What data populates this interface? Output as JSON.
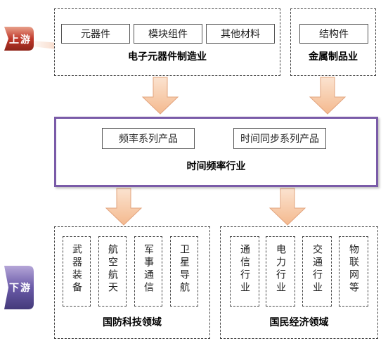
{
  "labels": {
    "upstream": "上游",
    "downstream": "下游"
  },
  "upstream_electronics": {
    "title": "电子元器件制造业",
    "items": [
      "元器件",
      "模块组件",
      "其他材料"
    ]
  },
  "upstream_metal": {
    "title": "金属制品业",
    "items": [
      "结构件"
    ]
  },
  "core": {
    "title": "时间频率行业",
    "items": [
      "频率系列产品",
      "时间同步系列产品"
    ]
  },
  "downstream_defense": {
    "title": "国防科技领域",
    "items": [
      "武器装备",
      "航空航天",
      "军事通信",
      "卫星导航"
    ]
  },
  "downstream_economy": {
    "title": "国民经济领域",
    "items": [
      "通信行业",
      "电力行业",
      "交通行业",
      "物联网等"
    ]
  },
  "colors": {
    "upstream_label": "#c0392b",
    "downstream_label": "#6a5aa8",
    "core_border": "#7a5ba8",
    "arrow_fill": "#f6c9a6"
  }
}
